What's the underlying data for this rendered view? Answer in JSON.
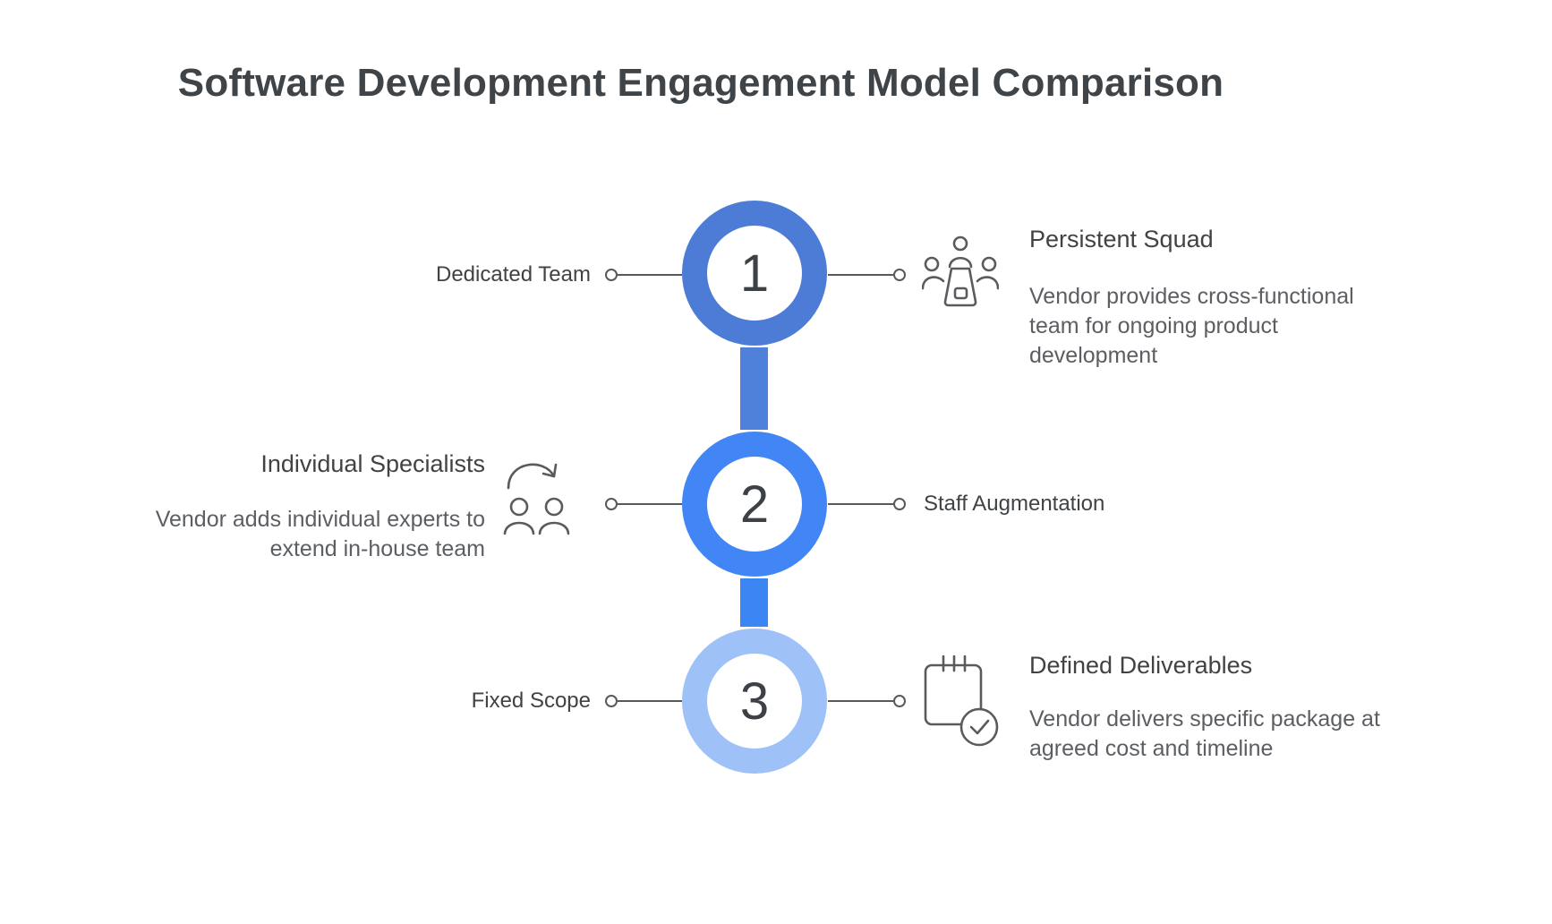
{
  "title": "Software Development Engagement Model Comparison",
  "colors": {
    "ring1": "#4c7cd5",
    "ring2": "#4285f4",
    "ring3": "#9ec1f8",
    "rod12": "#4f80da",
    "rod23": "#3c86f4",
    "connector": "#58595b",
    "icon_stroke": "#595b5e",
    "title_text": "#3f4448",
    "heading_text": "#424242",
    "body_text": "#5b5e62",
    "label_text": "#3f4346",
    "number_text": "#3d4145"
  },
  "steps": [
    {
      "number": "1",
      "marker_label": "Dedicated Team",
      "heading": "Persistent Squad",
      "description": "Vendor provides cross-functional team for ongoing product development",
      "icon": "team-meeting-icon"
    },
    {
      "number": "2",
      "marker_label": "Staff Augmentation",
      "heading": "Individual Specialists",
      "description": "Vendor adds individual experts to extend in-house team",
      "icon": "person-transfer-icon"
    },
    {
      "number": "3",
      "marker_label": "Fixed Scope",
      "heading": "Defined Deliverables",
      "description": "Vendor delivers specific package at agreed cost and timeline",
      "icon": "calendar-check-icon"
    }
  ]
}
